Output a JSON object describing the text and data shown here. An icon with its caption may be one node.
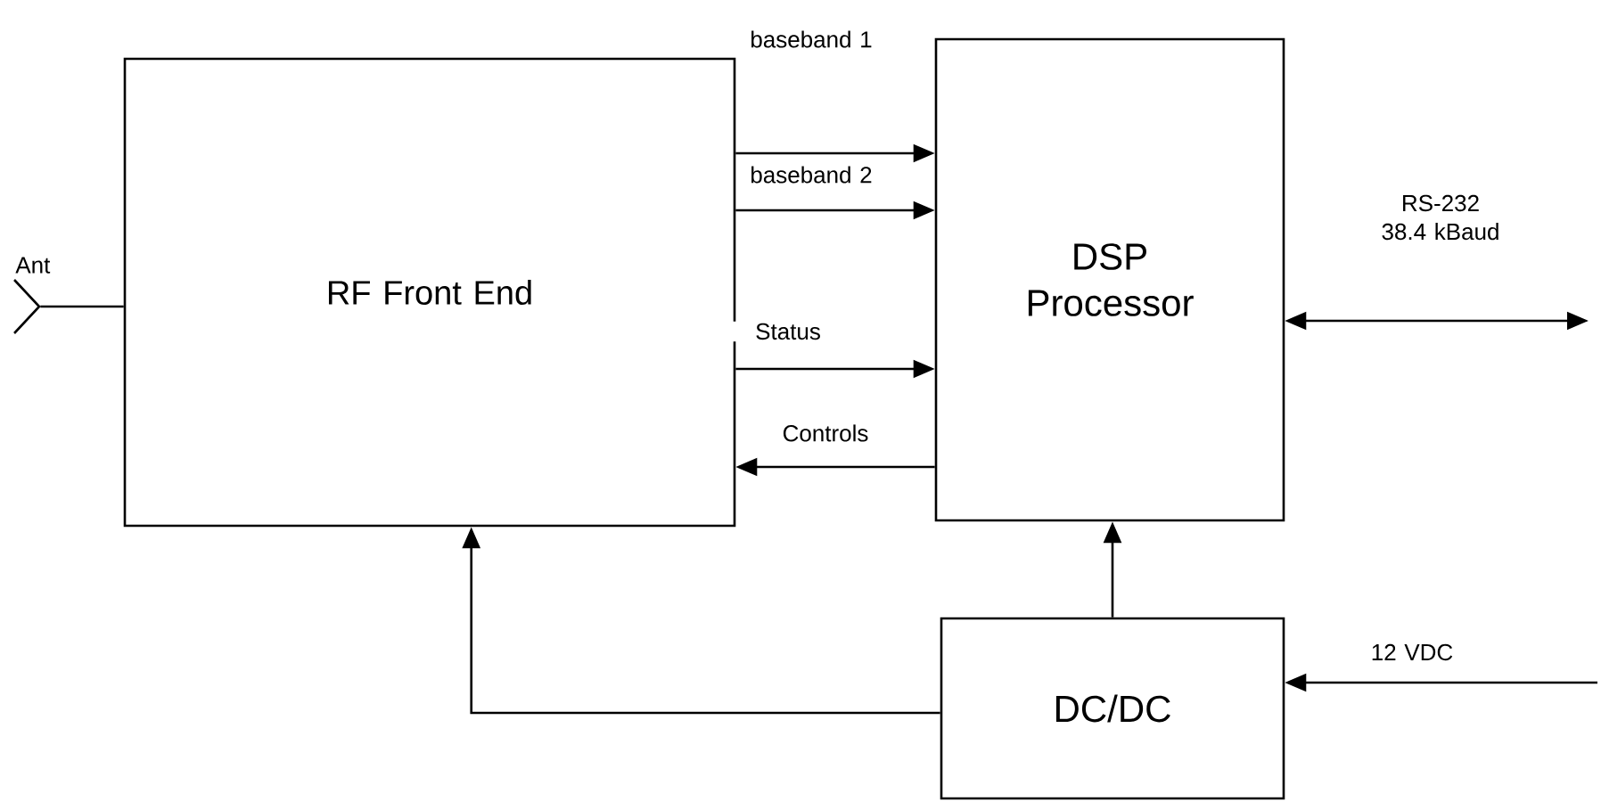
{
  "diagram": {
    "nodes": [
      {
        "text": [
          "RF Front End"
        ]
      },
      {
        "text": [
          "DSP Processor"
        ]
      },
      {
        "text": [
          "DC/DC"
        ]
      },
      {
        "text": [],
        "shape": "picture",
        "beside": [
          "Ant"
        ]
      }
    ],
    "edges": [
      {
        "from": 0,
        "to": 1,
        "arrow": "to",
        "label": "baseband 1"
      },
      {
        "from": 0,
        "to": 1,
        "arrow": "to",
        "label": "baseband 2"
      },
      {
        "from": 0,
        "to": 1,
        "arrow": "to",
        "label": "Status"
      },
      {
        "from": 1,
        "to": 0,
        "arrow": "to",
        "label": "Controls"
      },
      {
        "from": 1,
        "to": null,
        "arrow": "both",
        "label": "RS-232 38.4 kBaud"
      },
      {
        "from": null,
        "to": 2,
        "arrow": "to",
        "label": "12 VDC"
      },
      {
        "from": 2,
        "to": 1,
        "arrow": "to"
      },
      {
        "from": 2,
        "to": 0,
        "arrow": "to"
      },
      {
        "from": 3,
        "to": 0,
        "arrow": "none"
      }
    ]
  }
}
